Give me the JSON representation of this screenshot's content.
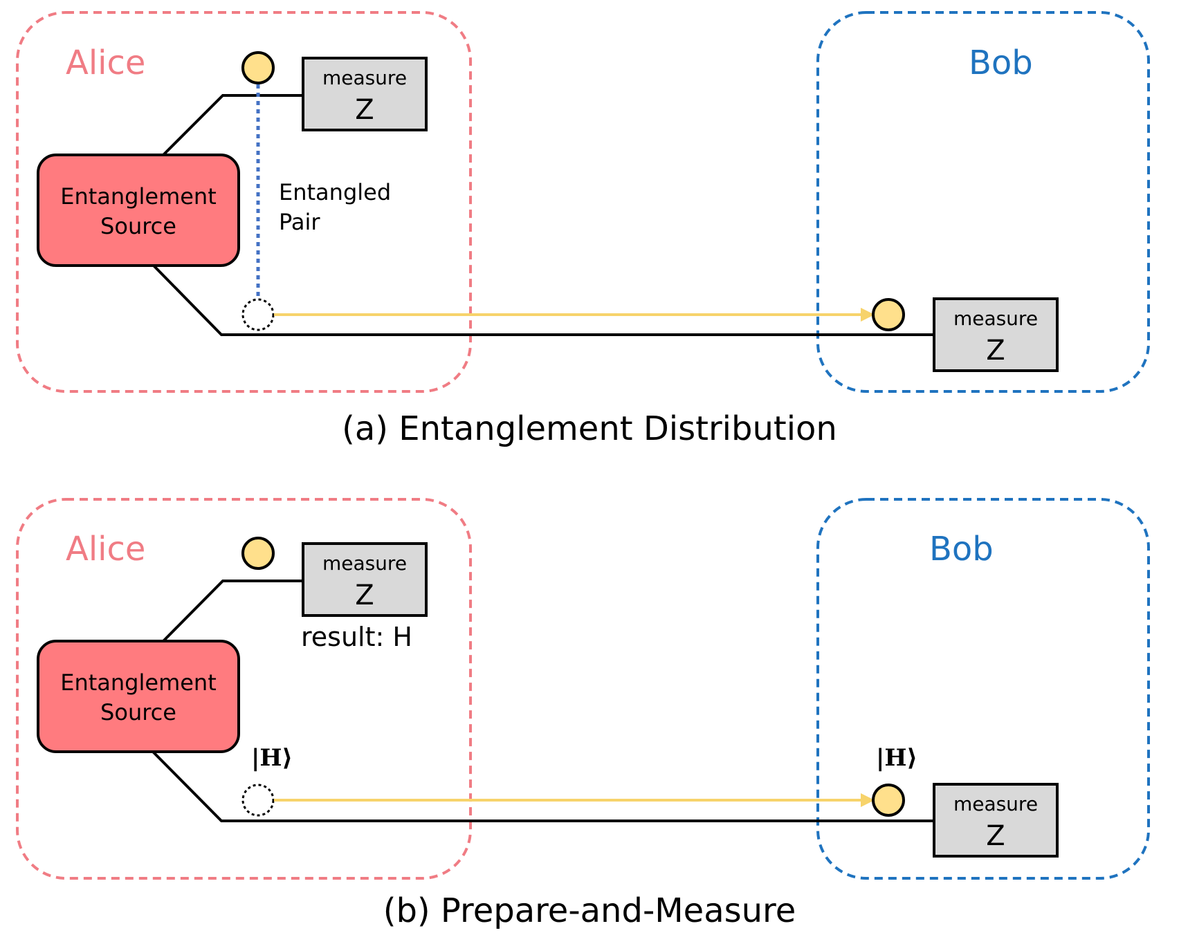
{
  "colors": {
    "alice": "#F07C84",
    "bob": "#1F73BF",
    "source_fill": "#FF7B7F",
    "measure_fill": "#D9D9D9",
    "photon_fill": "#FFE08C",
    "beam": "#F7D36B",
    "entangle_link": "#4472C4",
    "wire": "#000000"
  },
  "panel_a": {
    "alice_label": "Alice",
    "bob_label": "Bob",
    "source_line1": "Entanglement",
    "source_line2": "Source",
    "alice_measure_line1": "measure",
    "alice_measure_line2": "Z",
    "bob_measure_line1": "measure",
    "bob_measure_line2": "Z",
    "entangled_line1": "Entangled",
    "entangled_line2": "Pair",
    "caption": "(a) Entanglement Distribution"
  },
  "panel_b": {
    "alice_label": "Alice",
    "bob_label": "Bob",
    "source_line1": "Entanglement",
    "source_line2": "Source",
    "alice_measure_line1": "measure",
    "alice_measure_line2": "Z",
    "bob_measure_line1": "measure",
    "bob_measure_line2": "Z",
    "result_label": "result: H",
    "ket_alice": "|H⟩",
    "ket_bob": "|H⟩",
    "caption": "(b) Prepare-and-Measure"
  }
}
